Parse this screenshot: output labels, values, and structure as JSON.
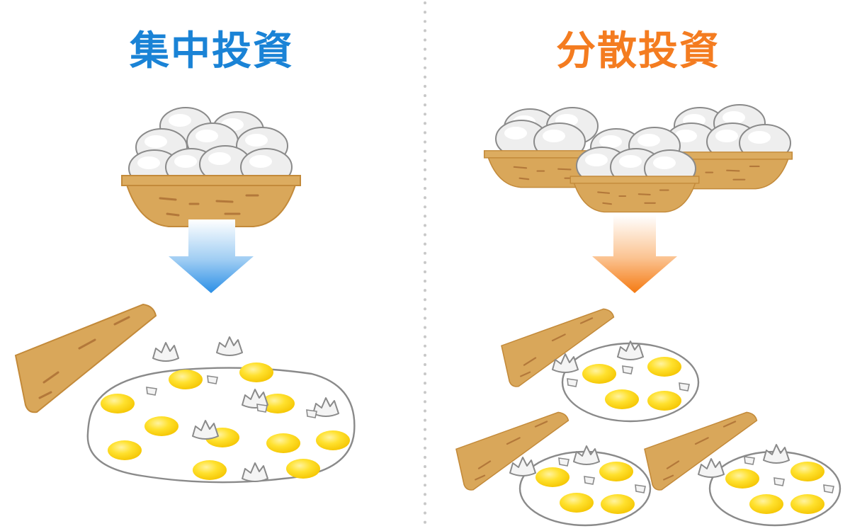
{
  "left": {
    "title": "集中投資",
    "title_color": "#1a83d6",
    "arrow_color": "#2b8fe6",
    "baskets": 1,
    "broken_baskets": 1
  },
  "right": {
    "title": "分散投資",
    "title_color": "#f47c20",
    "arrow_color": "#f68a1e",
    "baskets": 3,
    "broken_baskets": 3
  },
  "colors": {
    "basket": "#d9a75a",
    "basket_outline": "#c38a3a",
    "egg": "#eeeeee",
    "egg_outline": "#8a8a8a",
    "yolk": "#ffd620",
    "divider": "#c8c8c8"
  }
}
